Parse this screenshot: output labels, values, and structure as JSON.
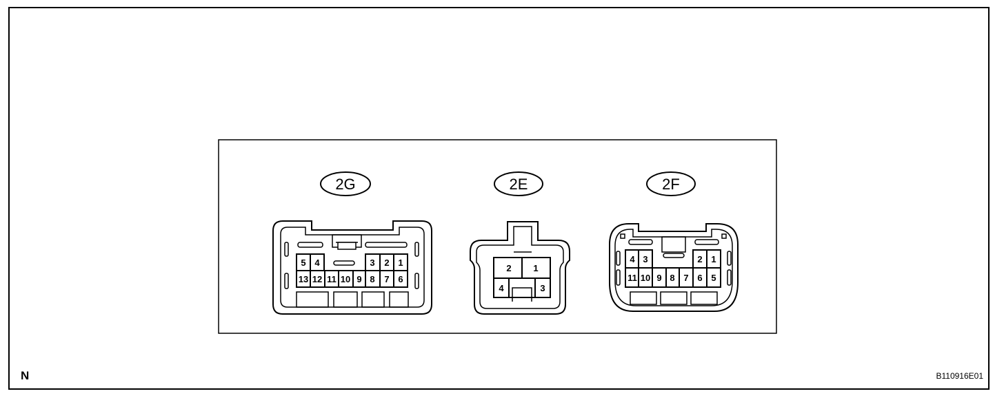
{
  "connectors": {
    "c2g": {
      "label": "2G",
      "pins": {
        "p1": "1",
        "p2": "2",
        "p3": "3",
        "p4": "4",
        "p5": "5",
        "p6": "6",
        "p7": "7",
        "p8": "8",
        "p9": "9",
        "p10": "10",
        "p11": "11",
        "p12": "12",
        "p13": "13"
      }
    },
    "c2e": {
      "label": "2E",
      "pins": {
        "p1": "1",
        "p2": "2",
        "p3": "3",
        "p4": "4"
      }
    },
    "c2f": {
      "label": "2F",
      "pins": {
        "p1": "1",
        "p2": "2",
        "p3": "3",
        "p4": "4",
        "p5": "5",
        "p6": "6",
        "p7": "7",
        "p8": "8",
        "p9": "9",
        "p10": "10",
        "p11": "11"
      }
    }
  },
  "footer": {
    "corner_mark": "N",
    "figure_code": "B110916E01"
  }
}
